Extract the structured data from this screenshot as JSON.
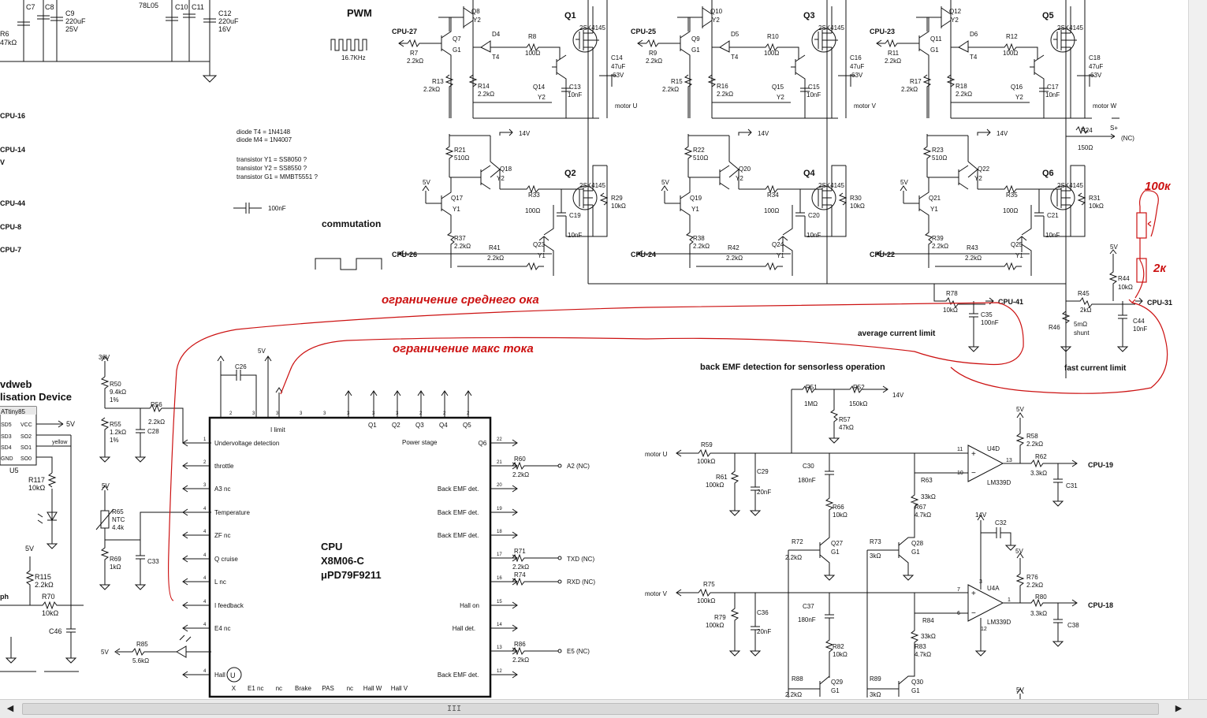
{
  "colors": {
    "ink": "#111111",
    "annotation": "#cc1111",
    "background": "#ffffff",
    "scrollbar": "#eaeaea"
  },
  "headings": {
    "pwm": "PWM",
    "pwm_freq": "16.7KHz",
    "commutation": "commutation",
    "average_current_limit": "average current limit",
    "fast_current_limit": "fast current limit",
    "back_emf": "back EMF detection for sensorless operation"
  },
  "notes": {
    "diode_t4": "diode T4 = 1N4148",
    "diode_m4": "diode M4 = 1N4007",
    "trans_y1": "transistor Y1 = SS8050 ?",
    "trans_y2": "transistor Y2 = SS8550 ?",
    "trans_g1": "transistor G1 = MMBT5551 ?",
    "cap_legend": "100nF"
  },
  "annotations": {
    "avg_limit": "ограничение среднего ока",
    "max_limit": "ограничение макс тока",
    "pot_100k": "100к",
    "res_2k": "2к"
  },
  "left_partial": {
    "cpu16": "CPU-16",
    "cpu14": "CPU-14",
    "v": "V",
    "cpu44": "CPU-44",
    "cpu8": "CPU-8",
    "cpu7": "CPU-7",
    "vdweb": "vdweb",
    "device": "lisation Device",
    "attiny": "ATtiny85",
    "u5": "U5",
    "vcc": "VCC",
    "five_v": "5V",
    "sd5": "SD5",
    "sd3": "SD3",
    "sd4": "SD4",
    "gnd": "GND",
    "so2": "SO2",
    "so1": "SO1",
    "so0": "SO0",
    "yellow": "yellow",
    "r117": "R117",
    "r117v": "10kΩ",
    "r115": "R115",
    "r115v": "2.2kΩ",
    "r70": "R70",
    "r70v": "10kΩ",
    "c46": "C46",
    "ph": "ph",
    "r6": "R6",
    "r6v": "47kΩ"
  },
  "top_partial": {
    "c7": "C7",
    "c8": "C8",
    "c9": "C9",
    "c9v": "220uF",
    "c9v2": "25V",
    "reg": "78L05",
    "c10": "C10",
    "c11": "C11",
    "c12": "C12",
    "c12v": "220uF",
    "c12v2": "16V"
  },
  "phases": [
    {
      "q_top": "Q1",
      "q_top_type": "2SK4145",
      "q_bot": "Q2",
      "q_bot_type": "2SK4145",
      "q_pre": "Q8",
      "q_pre_t": "Y2",
      "q_drv": "Q7",
      "q_drv_t": "G1",
      "d": "D4",
      "d_t": "T4",
      "r_gate": "R8",
      "r_gate_v": "100Ω",
      "r_in": "R7",
      "r_in_v": "2.2kΩ",
      "cpu_in": "CPU-27",
      "r_a": "R13",
      "r_a_v": "2.2kΩ",
      "r_b": "R14",
      "r_b_v": "2.2kΩ",
      "q_off": "Q14",
      "q_off_t": "Y2",
      "c_g": "C13",
      "c_g_v": "10nF",
      "c_bulk": "C14",
      "c_bulk_v1": "47uF",
      "c_bulk_v2": "63V",
      "motor": "motor U",
      "r_h": "R21",
      "r_h_v": "510Ω",
      "q_h": "Q18",
      "q_h_t": "Y2",
      "q_l": "Q17",
      "q_l_t": "Y1",
      "five_v": "5V",
      "v14": "14V",
      "r_g2": "R33",
      "r_g2_v": "100Ω",
      "c_g2": "C19",
      "c_g2_v": "10nF",
      "r_gs": "R29",
      "r_gs_v": "10kΩ",
      "r_l": "R37",
      "r_l_v": "2.2kΩ",
      "r_in2": "R41",
      "r_in2_v": "2.2kΩ",
      "q_off2": "Q23",
      "q_off2_t": "Y1",
      "cpu_low": "CPU-26"
    },
    {
      "q_top": "Q3",
      "q_top_type": "2SK4145",
      "q_bot": "Q4",
      "q_bot_type": "2SK4145",
      "q_pre": "Q10",
      "q_pre_t": "Y2",
      "q_drv": "Q9",
      "q_drv_t": "G1",
      "d": "D5",
      "d_t": "T4",
      "r_gate": "R10",
      "r_gate_v": "100Ω",
      "r_in": "R9",
      "r_in_v": "2.2kΩ",
      "cpu_in": "CPU-25",
      "r_a": "R15",
      "r_a_v": "2.2kΩ",
      "r_b": "R16",
      "r_b_v": "2.2kΩ",
      "q_off": "Q15",
      "q_off_t": "Y2",
      "c_g": "C15",
      "c_g_v": "10nF",
      "c_bulk": "C16",
      "c_bulk_v1": "47uF",
      "c_bulk_v2": "63V",
      "motor": "motor V",
      "r_h": "R22",
      "r_h_v": "510Ω",
      "q_h": "Q20",
      "q_h_t": "Y2",
      "q_l": "Q19",
      "q_l_t": "Y1",
      "five_v": "5V",
      "v14": "14V",
      "r_g2": "R34",
      "r_g2_v": "100Ω",
      "c_g2": "C20",
      "c_g2_v": "10nF",
      "r_gs": "R30",
      "r_gs_v": "10kΩ",
      "r_l": "R38",
      "r_l_v": "2.2kΩ",
      "r_in2": "R42",
      "r_in2_v": "2.2kΩ",
      "q_off2": "Q24",
      "q_off2_t": "Y1",
      "cpu_low": "CPU-24"
    },
    {
      "q_top": "Q5",
      "q_top_type": "2SK4145",
      "q_bot": "Q6",
      "q_bot_type": "2SK4145",
      "q_pre": "Q12",
      "q_pre_t": "Y2",
      "q_drv": "Q11",
      "q_drv_t": "G1",
      "d": "D6",
      "d_t": "T4",
      "r_gate": "R12",
      "r_gate_v": "100Ω",
      "r_in": "R11",
      "r_in_v": "2.2kΩ",
      "cpu_in": "CPU-23",
      "r_a": "R17",
      "r_a_v": "2.2kΩ",
      "r_b": "R18",
      "r_b_v": "2.2kΩ",
      "q_off": "Q16",
      "q_off_t": "Y2",
      "c_g": "C17",
      "c_g_v": "10nF",
      "c_bulk": "C18",
      "c_bulk_v1": "47uF",
      "c_bulk_v2": "63V",
      "motor": "motor W",
      "r_h": "R23",
      "r_h_v": "510Ω",
      "q_h": "Q22",
      "q_h_t": "Y2",
      "q_l": "Q21",
      "q_l_t": "Y1",
      "five_v": "5V",
      "v14": "14V",
      "r_g2": "R35",
      "r_g2_v": "100Ω",
      "c_g2": "C21",
      "c_g2_v": "10nF",
      "r_gs": "R31",
      "r_gs_v": "10kΩ",
      "r_l": "R39",
      "r_l_v": "2.2kΩ",
      "r_in2": "R43",
      "r_in2_v": "2.2kΩ",
      "q_off2": "Q25",
      "q_off2_t": "Y1",
      "cpu_low": "CPU-22"
    }
  ],
  "shunt": {
    "r24": "R24",
    "r24v": "150Ω",
    "s_plus": "S+",
    "nc": "(NC)",
    "r78": "R78",
    "r78v": "10kΩ",
    "cpu41": "CPU-41",
    "c35": "C35",
    "c35v": "100nF",
    "r44": "R44",
    "r44v": "10kΩ",
    "five_v": "5V",
    "r45": "R45",
    "r45v": "2kΩ",
    "cpu31": "CPU-31",
    "r46": "R46",
    "r46v": "5mΩ",
    "shunt": "shunt",
    "c44": "C44",
    "c44v": "10nF"
  },
  "cpu": {
    "name": "CPU",
    "model": "X8M06-C",
    "part": "μPD79F9211",
    "i_limit": "I limit",
    "power_stage": "Power stage",
    "left_pins": [
      "Undervoltage detection",
      "throttle",
      "A3 nc",
      "Temperature",
      "ZF nc",
      "Q cruise",
      "L nc",
      "I feedback",
      "E4 nc",
      "Hall"
    ],
    "top_pins": [
      "Q1",
      "Q2",
      "Q3",
      "Q4",
      "Q5"
    ],
    "right_pins": [
      "Q6",
      "",
      "Back EMF det.",
      "Back EMF det.",
      "Back EMF det.",
      "",
      "",
      "Hall on",
      "Hall det.",
      "",
      "Back EMF det."
    ],
    "bottom_pins": [
      "X",
      "E1 nc",
      "nc",
      "Brake",
      "PAS",
      "nc",
      "Hall W",
      "Hall V"
    ],
    "right_pin_nums": [
      "22",
      "21",
      "20",
      "19",
      "18",
      "17",
      "16",
      "15",
      "14",
      "13",
      "12"
    ],
    "left_pin_nums": [
      "1",
      "2",
      "3",
      "4",
      "4",
      "4",
      "4",
      "4",
      "4",
      "4"
    ],
    "top_pin_nums": [
      "2",
      "3",
      "3",
      "3",
      "3",
      "3",
      "3",
      "3",
      "2",
      "2",
      "2",
      "2",
      "2"
    ]
  },
  "cpu_periph": {
    "v36": "36V",
    "r50": "R50",
    "r50v": "9.4kΩ",
    "r50t": "1%",
    "r55": "R55",
    "r55v": "1.2kΩ",
    "r55t": "1%",
    "r56": "R56",
    "r56v": "2.2kΩ",
    "c28": "C28",
    "v5a": "5V",
    "c26": "C26",
    "v5b": "5V",
    "r65": "R65",
    "ntc": "NTC",
    "r65v": "4.4k",
    "r69": "R69",
    "r69v": "1kΩ",
    "c33": "C33",
    "r85": "R85",
    "r85v": "5.6kΩ",
    "v5c": "5V",
    "r60": "R60",
    "r60v": "2.2kΩ",
    "a2": "A2 (NC)",
    "r71": "R71",
    "r71v": "2.2kΩ",
    "txd": "TXD (NC)",
    "r74": "R74",
    "r74v": "2.2kΩ",
    "rxd": "RXD (NC)",
    "r86": "R86",
    "r86v": "2.2kΩ",
    "e5": "E5 (NC)"
  },
  "bemf": {
    "r51": "R51",
    "r51v": "1MΩ",
    "r52": "R52",
    "r52v": "150kΩ",
    "v14": "14V",
    "r57": "R57",
    "r57v": "47kΩ",
    "motor_u": "motor U",
    "r59": "R59",
    "r59v": "100kΩ",
    "r61": "R61",
    "r61v": "100kΩ",
    "c29": "C29",
    "c29v": "20nF",
    "c30": "C30",
    "c30v": "180nF",
    "r66": "R66",
    "r66v": "10kΩ",
    "r63": "R63",
    "r63v": "33kΩ",
    "r67": "R67",
    "r67v": "4.7kΩ",
    "u4d": "U4D",
    "lm1": "LM339D",
    "p11": "11",
    "p10": "10",
    "p13": "13",
    "v5a": "5V",
    "r58": "R58",
    "r58v": "2.2kΩ",
    "r62": "R62",
    "r62v": "3.3kΩ",
    "cpu19": "CPU-19",
    "c31": "C31",
    "r72": "R72",
    "r72v": "2.2kΩ",
    "q27": "Q27",
    "q27t": "G1",
    "r73": "R73",
    "r73v": "3kΩ",
    "q28": "Q28",
    "q28t": "G1",
    "v14b": "14V",
    "c32": "C32",
    "v5b": "5V",
    "r76": "R76",
    "r76v": "2.2kΩ",
    "motor_v": "motor V",
    "r75": "R75",
    "r75v": "100kΩ",
    "r79": "R79",
    "r79v": "100kΩ",
    "c36": "C36",
    "c36v": "20nF",
    "c37": "C37",
    "c37v": "180nF",
    "r82": "R82",
    "r82v": "10kΩ",
    "r84": "R84",
    "r84v": "33kΩ",
    "r83": "R83",
    "r83v": "4.7kΩ",
    "u4a": "U4A",
    "lm2": "LM339D",
    "p7": "7",
    "p6": "6",
    "p1": "1",
    "p3": "3",
    "p12": "12",
    "r80": "R80",
    "r80v": "3.3kΩ",
    "cpu18": "CPU-18",
    "c38": "C38",
    "r88": "R88",
    "r88v": "2.2kΩ",
    "q29": "Q29",
    "q29t": "G1",
    "r89": "R89",
    "r89v": "3kΩ",
    "q30": "Q30",
    "q30t": "G1",
    "v5c": "5V"
  },
  "scrollbar": {
    "left_arrow": "◀",
    "right_arrow": "▶",
    "grip": "III"
  }
}
